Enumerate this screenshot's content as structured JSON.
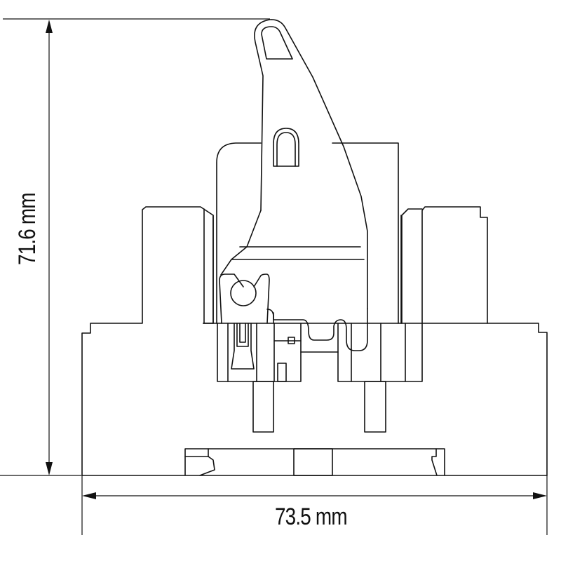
{
  "drawing": {
    "type": "technical-dimension-drawing",
    "subject": "DIN-rail relay socket with retaining lever, side view",
    "line_color": "#111111",
    "background_color": "#ffffff"
  },
  "dimensions": {
    "height": {
      "value": 71.6,
      "unit": "mm",
      "label": "71.6 mm",
      "orientation": "vertical"
    },
    "width": {
      "value": 73.5,
      "unit": "mm",
      "label": "73.5 mm",
      "orientation": "horizontal"
    }
  }
}
